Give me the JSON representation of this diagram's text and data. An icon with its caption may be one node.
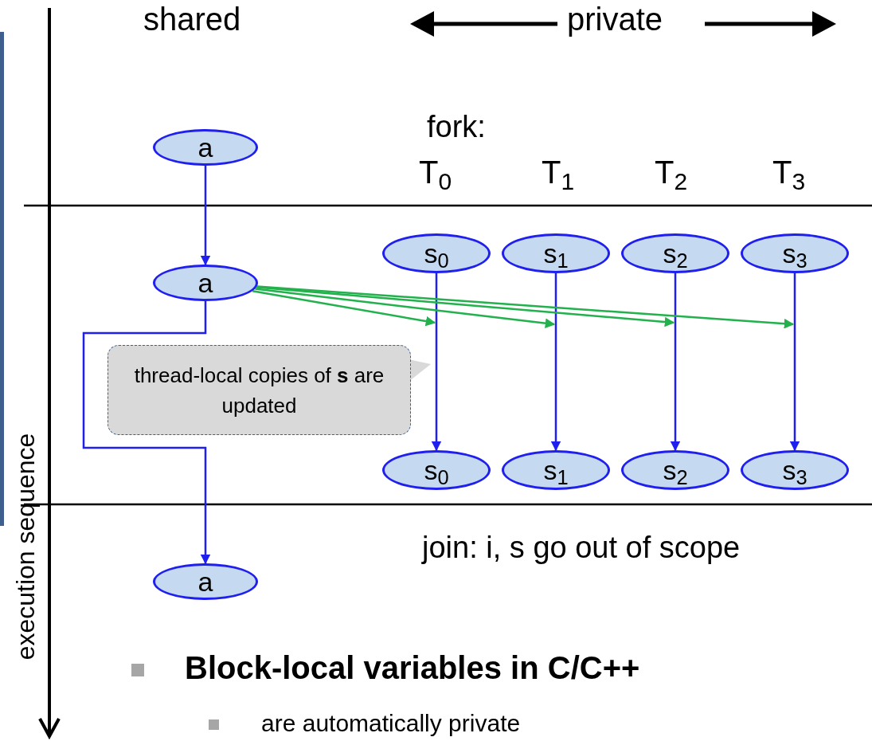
{
  "diagram": {
    "nodes": [
      {
        "text": [
          "a"
        ]
      },
      {
        "text": [
          "a"
        ]
      },
      {
        "text": [
          "s$_{0}$"
        ]
      },
      {
        "text": [
          "s$_{1}$"
        ]
      },
      {
        "text": [
          "s$_{2}$"
        ]
      },
      {
        "text": [
          "s$_{3}$"
        ]
      },
      {
        "text": [
          "thread-local copies of **s** are updated"
        ]
      },
      {
        "text": [
          "s$_{0}$"
        ]
      },
      {
        "text": [
          "s$_{1}$"
        ]
      },
      {
        "text": [
          "s$_{2}$"
        ]
      },
      {
        "text": [
          "s$_{3}$"
        ]
      },
      {
        "text": [
          "a"
        ]
      }
    ],
    "edges": [
      {
        "from": 0,
        "to": 1,
        "arrow": "to"
      },
      {
        "from": 1,
        "to": 11,
        "arrow": "to"
      },
      {
        "from": 2,
        "to": 7,
        "arrow": "to"
      },
      {
        "from": 3,
        "to": 8,
        "arrow": "to"
      },
      {
        "from": 4,
        "to": 9,
        "arrow": "to"
      },
      {
        "from": 5,
        "to": 10,
        "arrow": "to"
      },
      {
        "from": 1,
        "to": null,
        "arrow": "to",
        "color": "#22b14c"
      },
      {
        "from": 1,
        "to": null,
        "arrow": "to",
        "color": "#22b14c"
      },
      {
        "from": 1,
        "to": null,
        "arrow": "to",
        "color": "#22b14c"
      },
      {
        "from": 1,
        "to": null,
        "arrow": "to",
        "color": "#22b14c"
      }
    ],
    "labels": [
      "shared",
      "private",
      "fork:",
      "T$_{0}$",
      "T$_{1}$",
      "T$_{2}$",
      "T$_{3}$",
      "join: i, s go out of scope",
      "execution sequence",
      "Block-local variables in C/C++",
      "are automatically private"
    ]
  }
}
